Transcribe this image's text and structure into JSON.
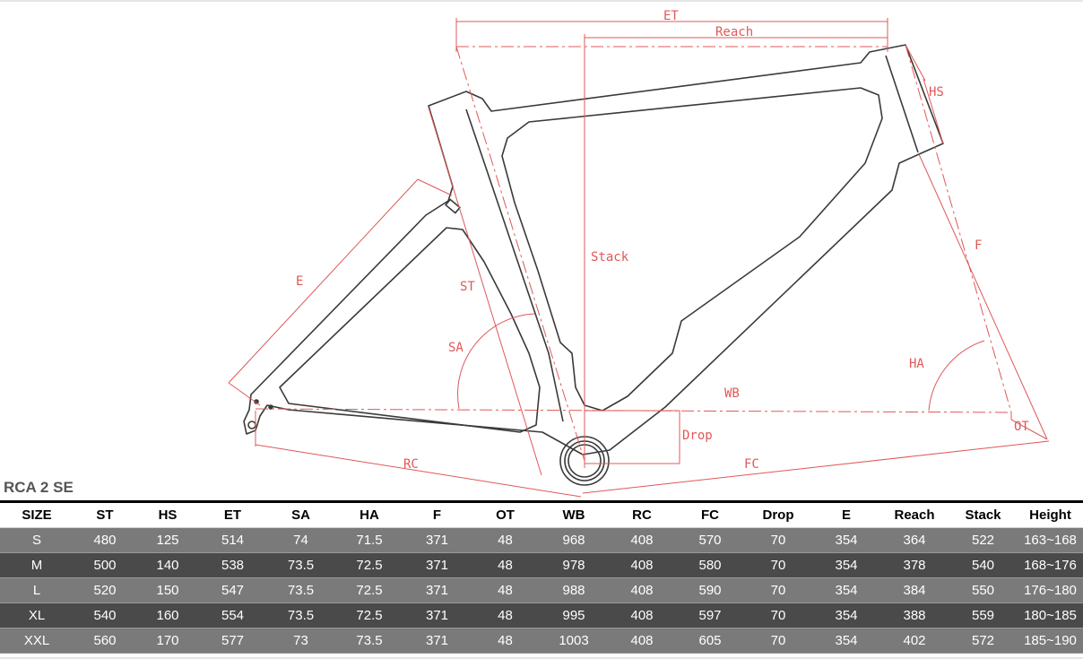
{
  "diagram": {
    "labels": {
      "et": "ET",
      "reach": "Reach",
      "hs": "HS",
      "stack": "Stack",
      "st": "ST",
      "e": "E",
      "f": "F",
      "sa": "SA",
      "ha": "HA",
      "wb": "WB",
      "drop": "Drop",
      "ot": "OT",
      "rc": "RC",
      "fc": "FC"
    },
    "colors": {
      "frame_line": "#3a3a3a",
      "dimension_line": "#e05858"
    }
  },
  "table": {
    "title": "RCA 2 SE",
    "headers": [
      "SIZE",
      "ST",
      "HS",
      "ET",
      "SA",
      "HA",
      "F",
      "OT",
      "WB",
      "RC",
      "FC",
      "Drop",
      "E",
      "Reach",
      "Stack",
      "Height"
    ],
    "rows": [
      [
        "S",
        "480",
        "125",
        "514",
        "74",
        "71.5",
        "371",
        "48",
        "968",
        "408",
        "570",
        "70",
        "354",
        "364",
        "522",
        "163~168"
      ],
      [
        "M",
        "500",
        "140",
        "538",
        "73.5",
        "72.5",
        "371",
        "48",
        "978",
        "408",
        "580",
        "70",
        "354",
        "378",
        "540",
        "168~176"
      ],
      [
        "L",
        "520",
        "150",
        "547",
        "73.5",
        "72.5",
        "371",
        "48",
        "988",
        "408",
        "590",
        "70",
        "354",
        "384",
        "550",
        "176~180"
      ],
      [
        "XL",
        "540",
        "160",
        "554",
        "73.5",
        "72.5",
        "371",
        "48",
        "995",
        "408",
        "597",
        "70",
        "354",
        "388",
        "559",
        "180~185"
      ],
      [
        "XXL",
        "560",
        "170",
        "577",
        "73",
        "73.5",
        "371",
        "48",
        "1003",
        "408",
        "605",
        "70",
        "354",
        "402",
        "572",
        "185~190"
      ]
    ],
    "colors": {
      "row_light": "#7a7a7a",
      "row_dark": "#4a4a4a",
      "header_border": "#000000"
    }
  }
}
